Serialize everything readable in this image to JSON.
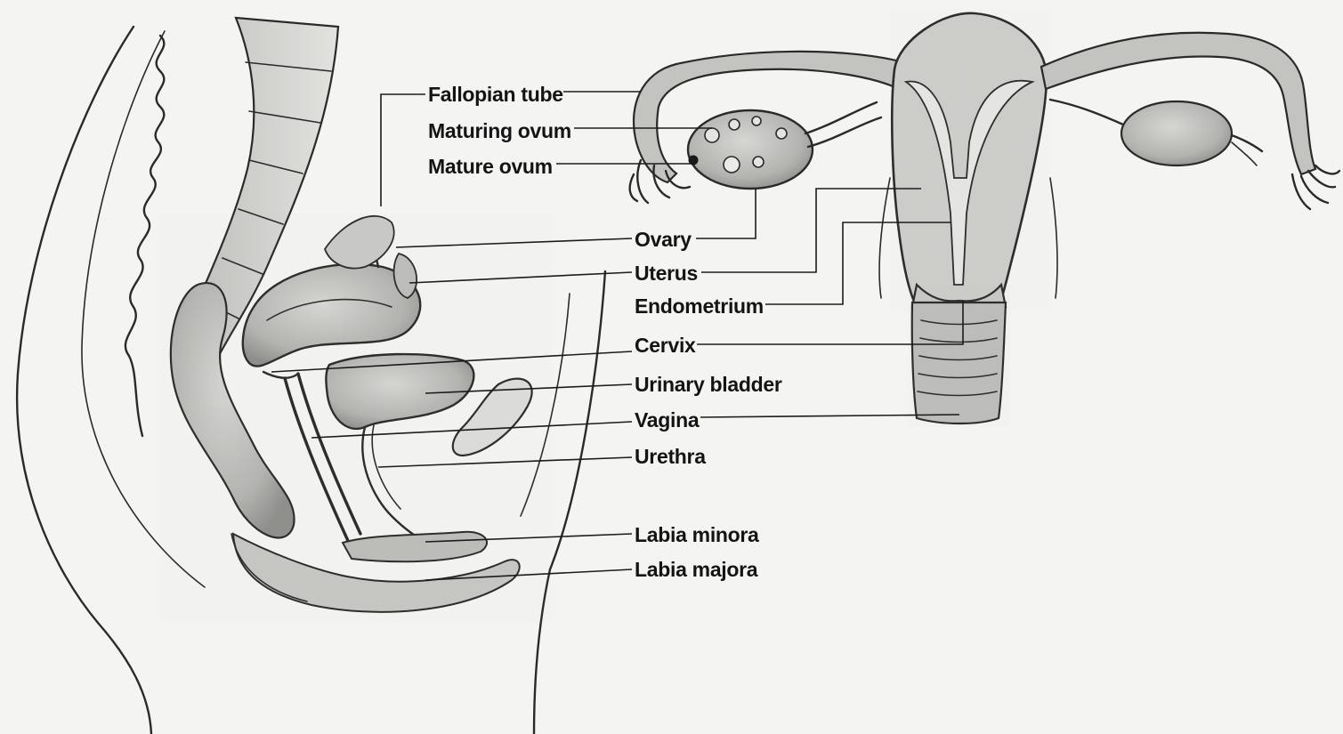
{
  "labels": {
    "fallopian_tube": "Fallopian tube",
    "maturing_ovum": "Maturing ovum",
    "mature_ovum": "Mature ovum",
    "ovary": "Ovary",
    "uterus": "Uterus",
    "endometrium": "Endometrium",
    "cervix": "Cervix",
    "urinary_bladder": "Urinary bladder",
    "vagina": "Vagina",
    "urethra": "Urethra",
    "labia_minora": "Labia minora",
    "labia_majora": "Labia majora"
  },
  "colors": {
    "paper": "#f4f4f2",
    "ink": "#1c1c1c",
    "tissue_light": "#cfcfcc",
    "tissue_mid": "#a9a9a6",
    "tissue_dark": "#8a8a87"
  }
}
